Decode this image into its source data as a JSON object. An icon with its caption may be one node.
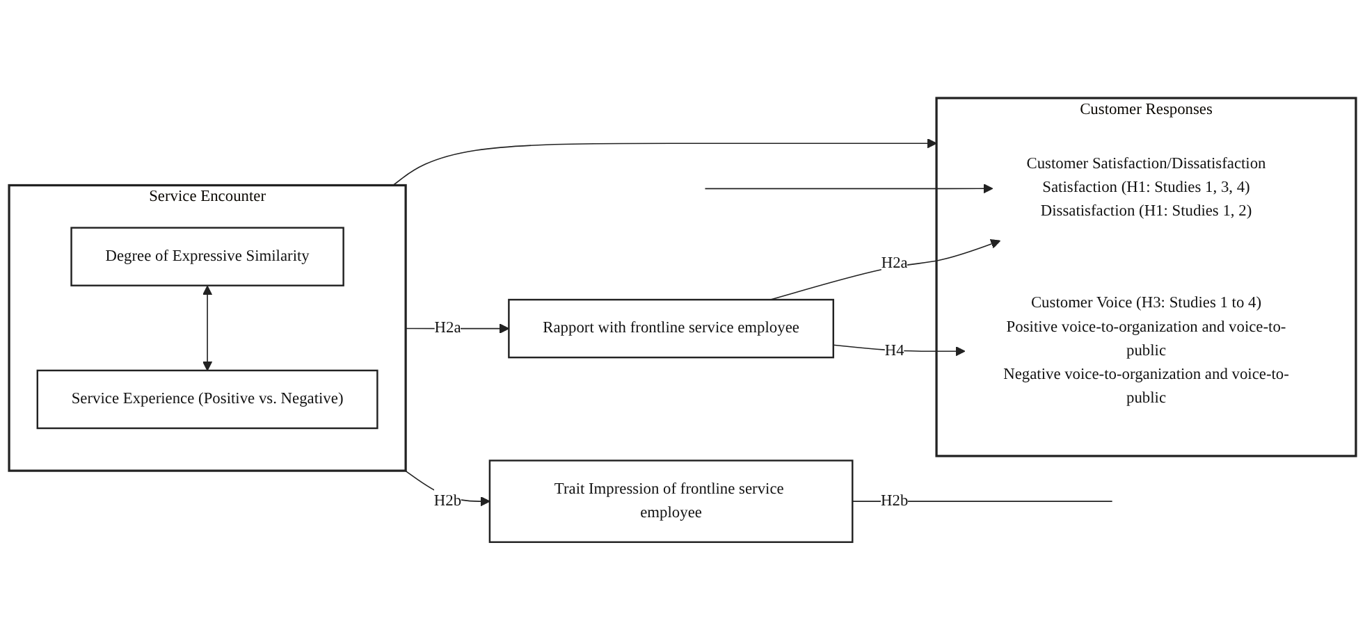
{
  "diagram": {
    "nodes": [
      {
        "text": [
          "Service Encounter"
        ]
      },
      {
        "text": [
          "Degree of Expressive Similarity"
        ],
        "in": 0
      },
      {
        "text": [
          "Service Experience (Positive vs. Negative)"
        ],
        "in": 0
      },
      {
        "text": [
          "Rapport with frontline service employee"
        ]
      },
      {
        "text": [
          "Trait Impression of frontline service employee"
        ]
      },
      {
        "text": [
          "Customer Responses"
        ]
      },
      {
        "text": [
          "Customer Satisfaction/Dissatisfaction",
          "Satisfaction (H1: Studies 1, 3, 4)",
          "Dissatisfaction (H1: Studies 1, 2)"
        ],
        "in": 5
      },
      {
        "text": [
          "Customer Voice (H3: Studies 1 to 4)",
          "Positive voice-to-organization and voice-to-public",
          "Negative voice-to-organization and voice-to-public"
        ],
        "in": 5
      }
    ],
    "edges": [
      {
        "from": 1,
        "to": 2,
        "arrow": "both"
      },
      {
        "from": 0,
        "to": 3,
        "arrow": "to",
        "label": "H2a"
      },
      {
        "from": 3,
        "to": 6,
        "arrow": "to",
        "label": "H2a"
      },
      {
        "from": 3,
        "to": 7,
        "arrow": "to",
        "label": "H4"
      },
      {
        "from": 0,
        "to": 5,
        "arrow": "to"
      },
      {
        "from": 0,
        "to": 4,
        "arrow": "to",
        "label": "H2b"
      },
      {
        "from": null,
        "to": 6,
        "arrow": "to"
      },
      {
        "from": 4,
        "to": null,
        "arrow": "none",
        "label": "H2b"
      }
    ]
  }
}
